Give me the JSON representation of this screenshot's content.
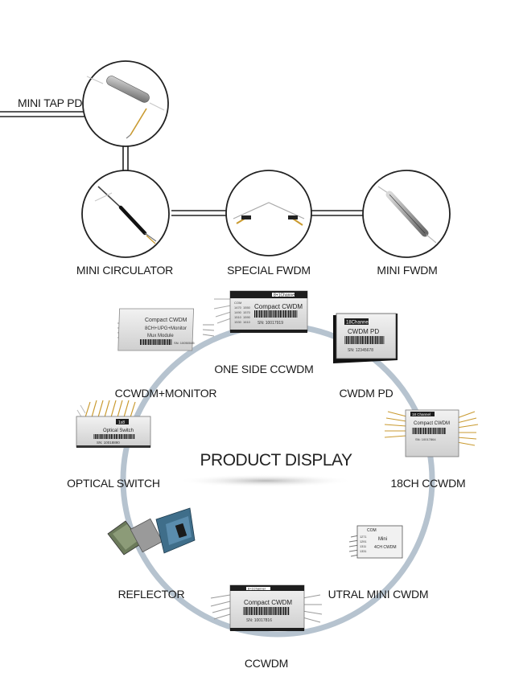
{
  "page_title": "PRODUCT DISPLAY",
  "top_section": {
    "labels": {
      "mini_tap_pd": "MINI TAP PD",
      "mini_circulator": "MINI CIRCULATOR",
      "special_fwdm": "SPECIAL FWDM",
      "mini_fwdm": "MINI FWDM"
    }
  },
  "products": {
    "one_side_ccwdm": {
      "label": "ONE SIDE CCWDM",
      "header": "8+1Channel",
      "name": "Compact CWDM",
      "sn": "SN: 10017919",
      "ports_left": [
        "COM",
        "1470",
        "1490",
        "1510",
        "1530"
      ],
      "ports_right": [
        "1550",
        "1570",
        "1590",
        "1610"
      ]
    },
    "ccwdm_monitor": {
      "label": "CCWDM+MONITOR",
      "name": "Compact CWDM",
      "line2": "8CH+UPG+Monitor",
      "line3": "Mux Module",
      "sn": "SN: 10050045"
    },
    "cwdm_pd": {
      "label": "CWDM PD",
      "header": "18Channel",
      "name": "CWDM PD",
      "sn": "SN: 12345678"
    },
    "optical_switch": {
      "label": "OPTICAL SWITCH",
      "header": "1x8",
      "name": "Optical Switch",
      "sn": "SN: 10018890"
    },
    "ch18_ccwdm": {
      "label": "18CH CCWDM",
      "header": "18 Channel",
      "name": "Compact CWDM",
      "sn": "SN: 10017864"
    },
    "reflector": {
      "label": "REFLECTOR"
    },
    "ultral_mini_cwdm": {
      "label": "UTRAL MINI CWDM",
      "line1": "COM",
      "line2": "Mini",
      "line3": "4CH CWDM",
      "ports": [
        "1271",
        "1291",
        "1311",
        "1331"
      ]
    },
    "ccwdm": {
      "label": "CCWDM",
      "header": "8+1Channel",
      "name": "Compact CWDM",
      "sn": "SN: 10017816"
    }
  },
  "colors": {
    "ring": "#b6c3cf",
    "module_body": "#e4e4e4",
    "module_header": "#1e1e1e",
    "line": "#2a2a2a"
  }
}
